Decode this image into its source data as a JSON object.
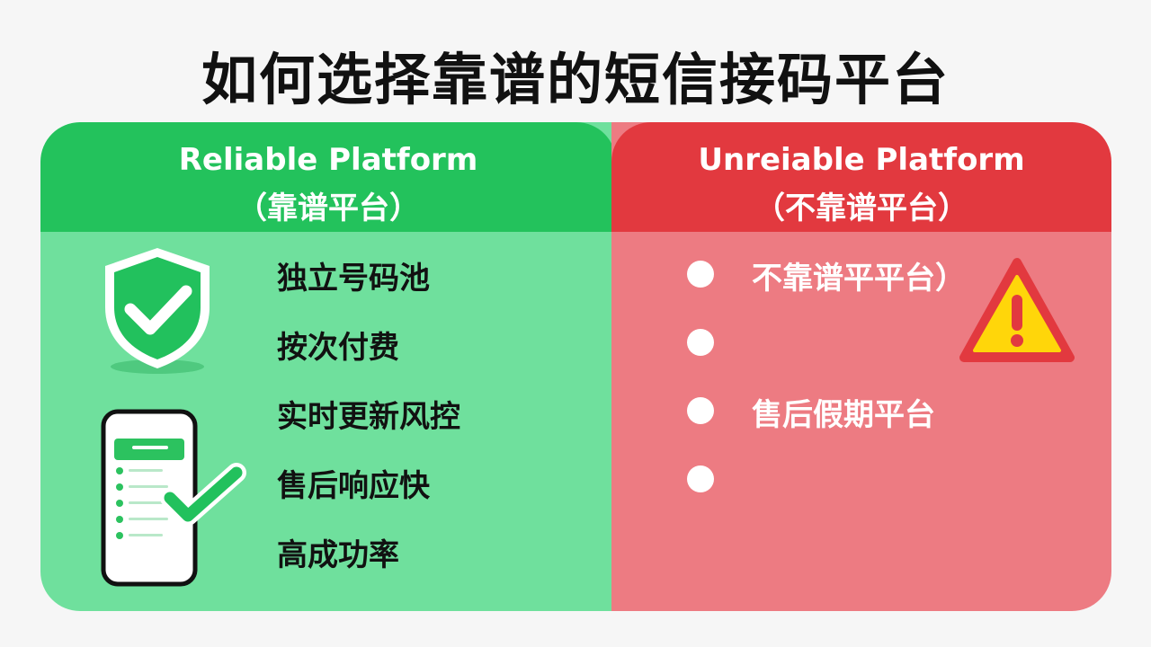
{
  "title": "如何选择靠谱的短信接码平台",
  "left_panel": {
    "heading_en": "Reliable Platform",
    "heading_zh": "（靠谱平台）",
    "items": [
      "独立号码池",
      "按次付费",
      "实时更新风控",
      "售后响应快",
      "高成功率"
    ],
    "icons": [
      "shield-check-icon",
      "phone-check-icon"
    ],
    "colors": {
      "header": "#23c25c",
      "body": "#6fe09d"
    }
  },
  "right_panel": {
    "heading_en": "Unreiable Platform",
    "heading_zh": "（不靠谱平台）",
    "items": [
      "不靠谱平平台）",
      "",
      "售后假期平台",
      ""
    ],
    "icons": [
      "warning-icon"
    ],
    "colors": {
      "header": "#e2393f",
      "body": "#ed7b82"
    }
  }
}
